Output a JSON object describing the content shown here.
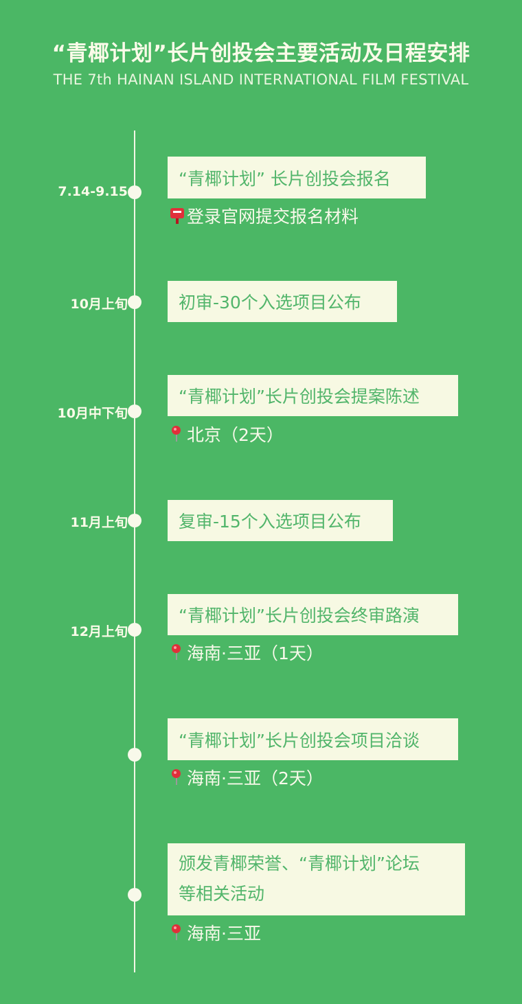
{
  "header": {
    "title": "“青椰计划”长片创投会主要活动及日程安排",
    "subtitle": "THE 7th HAINAN ISLAND INTERNATIONAL FILM FESTIVAL"
  },
  "events": [
    {
      "date": "7.14-9.15",
      "title_lines": [
        "“青椰计划” 长片创投会报名"
      ],
      "note_icon": "postbox-icon",
      "note": "登录官网提交报名材料"
    },
    {
      "date": "10月上旬",
      "title_lines": [
        "初审-30个入选项目公布"
      ],
      "note_icon": "",
      "note": ""
    },
    {
      "date": "10月中下旬",
      "title_lines": [
        "“青椰计划”长片创投会提案陈述"
      ],
      "note_icon": "pin-icon",
      "note": "北京（2天）"
    },
    {
      "date": "11月上旬",
      "title_lines": [
        "复审-15个入选项目公布"
      ],
      "note_icon": "",
      "note": ""
    },
    {
      "date": "12月上旬",
      "title_lines": [
        "“青椰计划”长片创投会终审路演"
      ],
      "note_icon": "pin-icon",
      "note": "海南·三亚（1天）"
    },
    {
      "date": "",
      "title_lines": [
        "“青椰计划”长片创投会项目洽谈"
      ],
      "note_icon": "pin-icon",
      "note": "海南·三亚（2天）"
    },
    {
      "date": "",
      "title_lines": [
        "颁发青椰荣誉、“青椰计划”论坛",
        "等相关活动"
      ],
      "note_icon": "pin-icon",
      "note": "海南·三亚"
    }
  ],
  "colors": {
    "background": "#4bb765",
    "card": "#f7f9e3",
    "card_text": "#52b56b",
    "light_text": "#fbfbe9",
    "pin_red": "#e0303a"
  }
}
